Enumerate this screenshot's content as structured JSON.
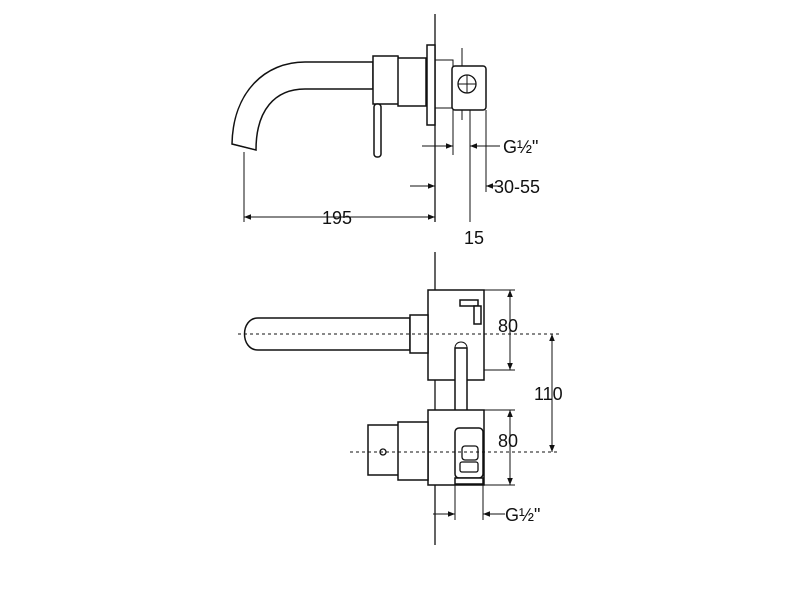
{
  "side_view": {
    "dim_projection": "195",
    "dim_thread": "G½\"",
    "dim_wall_range": "30-55",
    "dim_plate": "15"
  },
  "front_view": {
    "dim_upper_offset": "80",
    "dim_total_height": "110",
    "dim_lower_offset": "80",
    "dim_thread": "G½\""
  }
}
